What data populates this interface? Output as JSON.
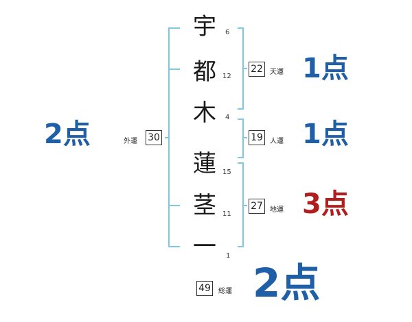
{
  "characters": [
    {
      "char": "宇",
      "strokes": "6"
    },
    {
      "char": "都",
      "strokes": "12"
    },
    {
      "char": "木",
      "strokes": "4"
    },
    {
      "char": "蓮",
      "strokes": "15"
    },
    {
      "char": "茎",
      "strokes": "11"
    },
    {
      "char": "一",
      "strokes": "1"
    }
  ],
  "fortunes": {
    "tenun": {
      "value": "22",
      "label": "天運",
      "score": "1点"
    },
    "jinun": {
      "value": "19",
      "label": "人運",
      "score": "1点"
    },
    "chiun": {
      "value": "27",
      "label": "地運",
      "score": "3点"
    },
    "gaiun": {
      "value": "30",
      "label": "外運",
      "score": "2点"
    },
    "souun": {
      "value": "49",
      "label": "総運",
      "score": "2点"
    }
  },
  "colors": {
    "bracket": "#7ec8e3",
    "score_blue": "#1f5fa8",
    "score_red": "#b21e1e"
  }
}
